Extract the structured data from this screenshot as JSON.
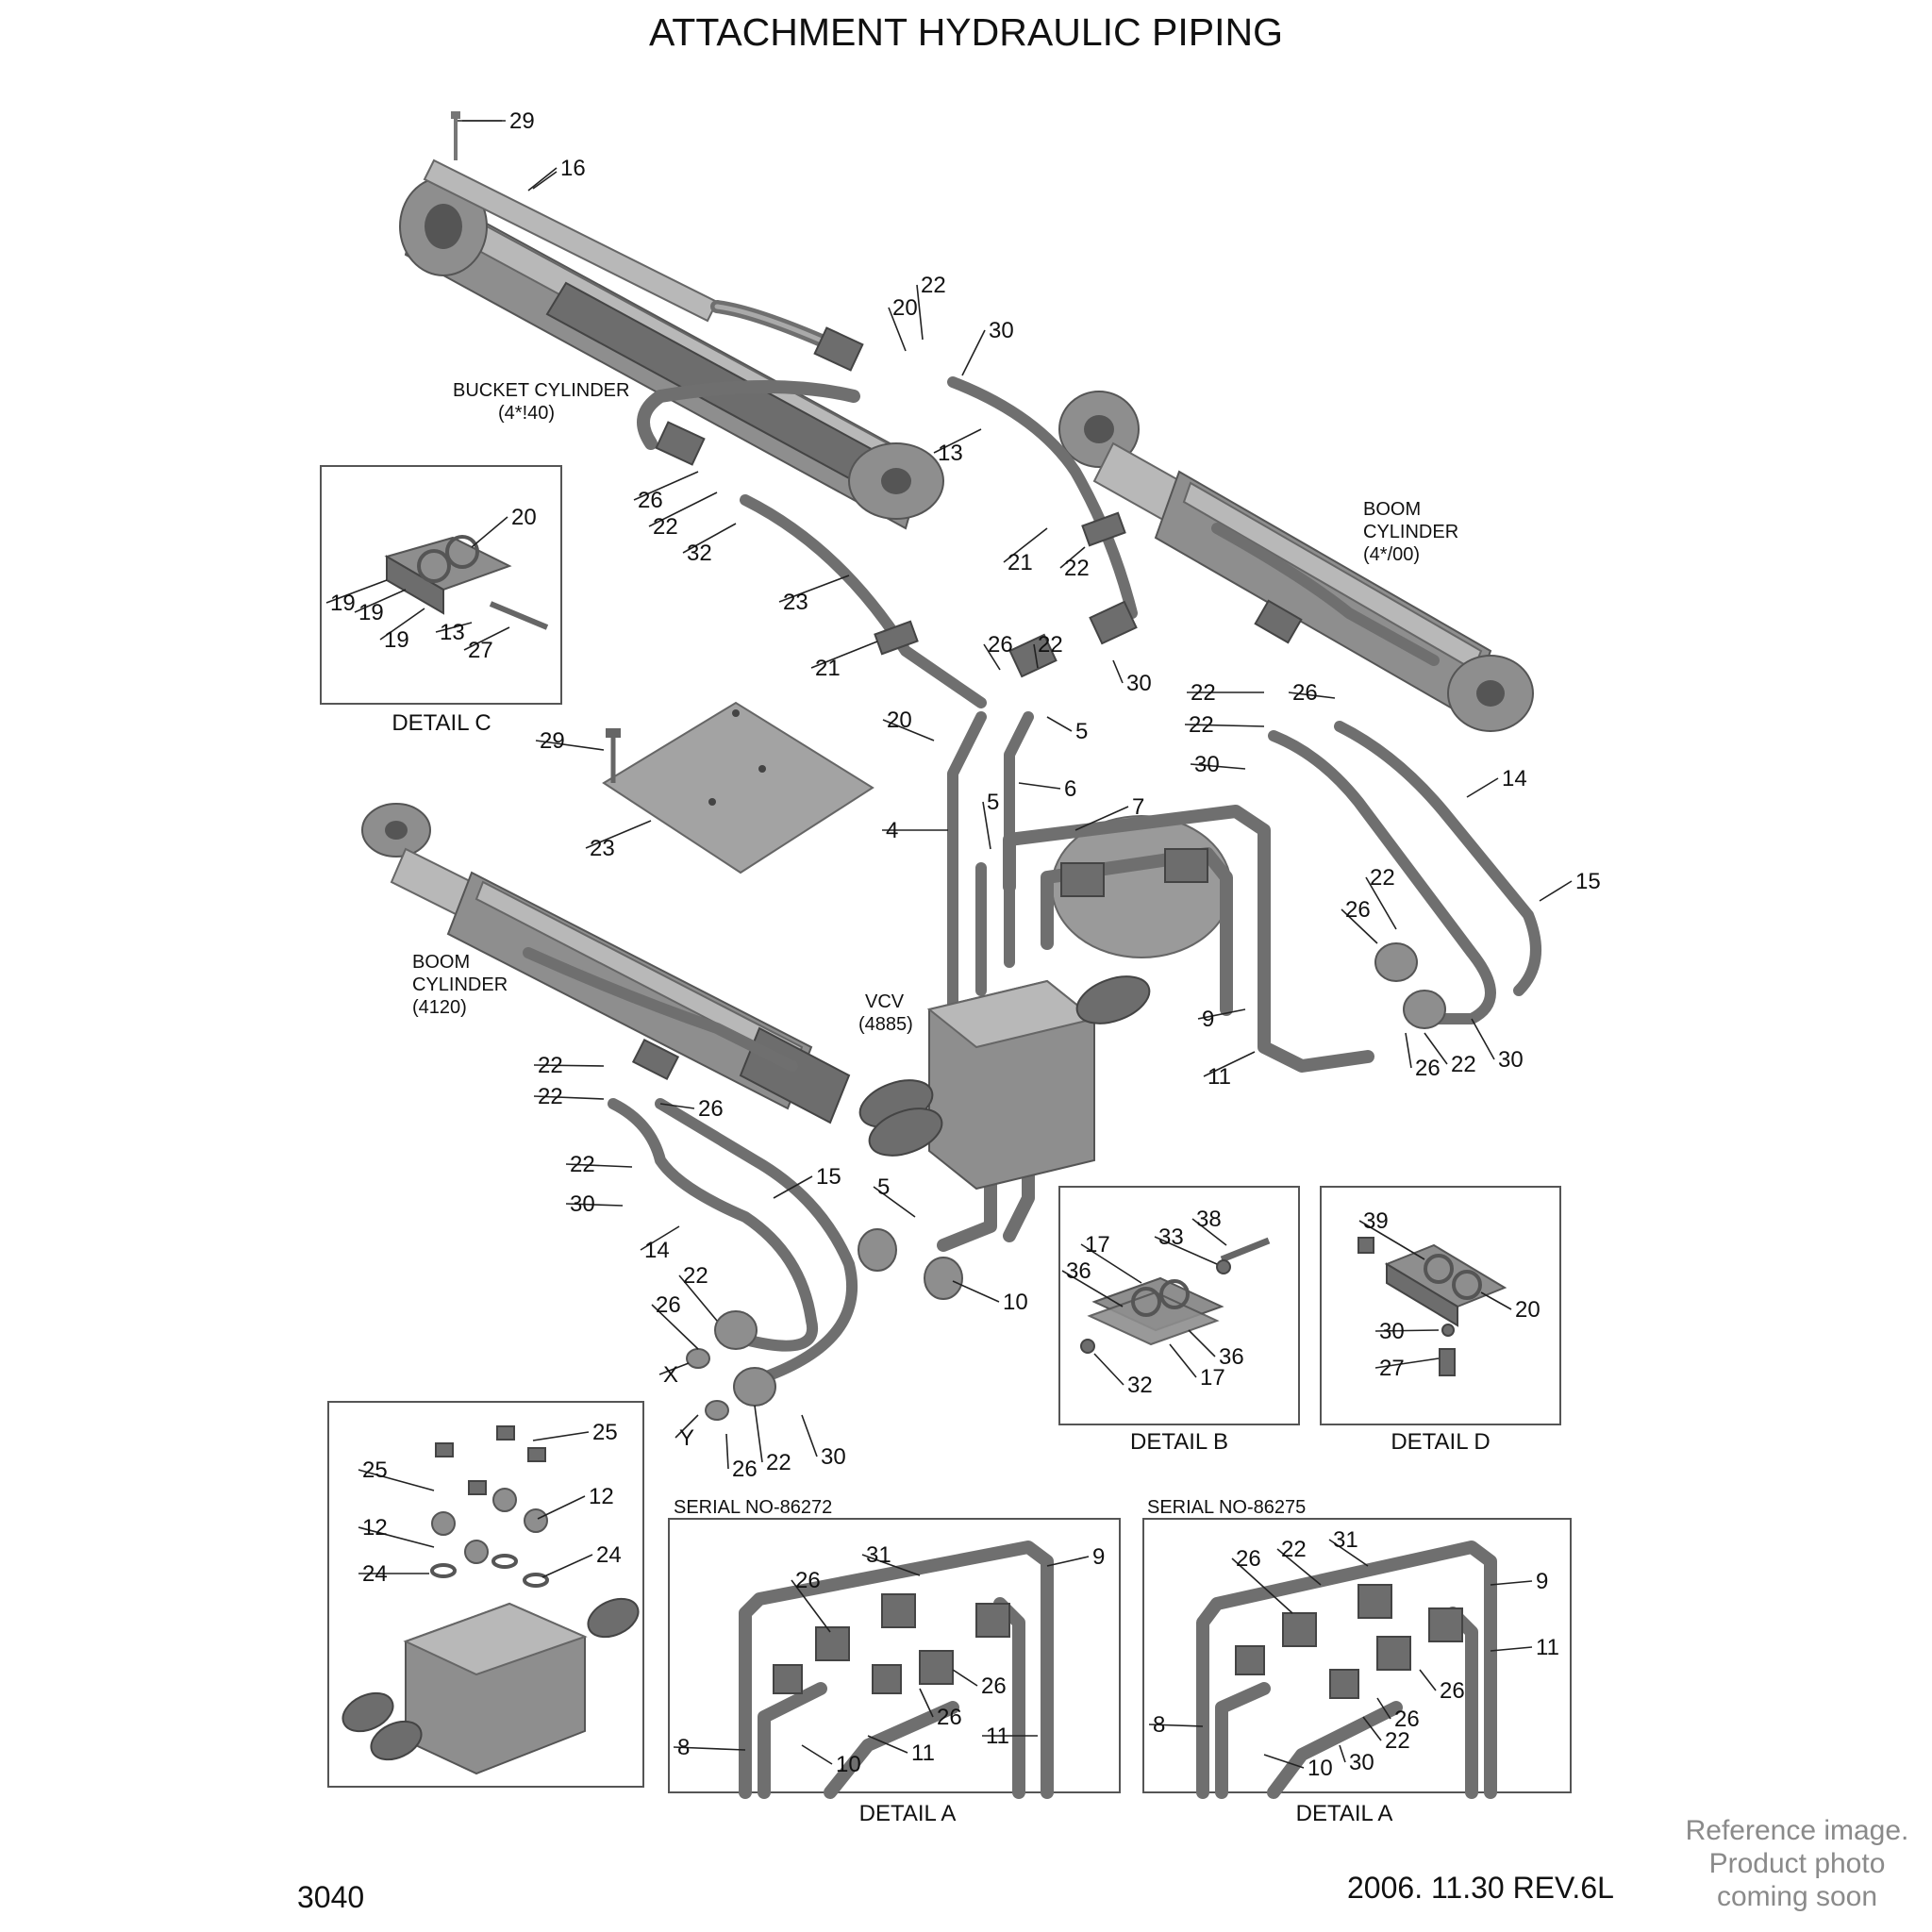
{
  "title": "ATTACHMENT HYDRAULIC PIPING",
  "page_number": "3040",
  "revision": "2006. 11.30  REV.6L",
  "watermark": [
    "Reference image.",
    "Product photo",
    "coming soon"
  ],
  "component_labels": {
    "bucket_cylinder": [
      "BUCKET CYLINDER",
      "(4*!40)"
    ],
    "boom_cylinder_right": [
      "BOOM",
      "CYLINDER",
      "(4*/00)"
    ],
    "boom_cylinder_left": [
      "BOOM",
      "CYLINDER",
      "(4120)"
    ],
    "vcv": [
      "VCV",
      "(4885)"
    ]
  },
  "detail_captions": {
    "detail_c": "DETAIL C",
    "detail_b": "DETAIL B",
    "detail_d": "DETAIL D",
    "detail_a1": "DETAIL A",
    "detail_a2": "DETAIL A"
  },
  "serial_labels": {
    "a1": "SERIAL NO-86272",
    "a2": "SERIAL NO-86275"
  },
  "callouts": {
    "main": [
      "29",
      "16",
      "22",
      "20",
      "30",
      "13",
      "26",
      "22",
      "32",
      "23",
      "21",
      "22",
      "21",
      "22",
      "26",
      "30",
      "5",
      "20",
      "6",
      "7",
      "4",
      "5",
      "29",
      "23",
      "22",
      "26",
      "22",
      "30",
      "14",
      "15",
      "22",
      "26",
      "9",
      "11",
      "26",
      "22",
      "30",
      "22",
      "22",
      "26",
      "22",
      "30",
      "15",
      "14",
      "5",
      "10",
      "22",
      "26",
      "X",
      "Y",
      "26",
      "22",
      "30"
    ],
    "detail_c": [
      "20",
      "19",
      "19",
      "19",
      "13",
      "27"
    ],
    "detail_b": [
      "38",
      "33",
      "17",
      "36",
      "36",
      "32",
      "17"
    ],
    "detail_d": [
      "39",
      "20",
      "30",
      "27"
    ],
    "valve": [
      "25",
      "25",
      "12",
      "12",
      "24",
      "24"
    ],
    "detail_a1": [
      "31",
      "9",
      "26",
      "26",
      "26",
      "8",
      "10",
      "11",
      "11"
    ],
    "detail_a2": [
      "26",
      "22",
      "31",
      "9",
      "11",
      "26",
      "26",
      "8",
      "10",
      "30",
      "22"
    ]
  },
  "colors": {
    "metal": "#8e8e8e",
    "metal_dark": "#6d6d6d",
    "metal_light": "#b8b8b8",
    "frame": "#555555",
    "watermark": "#8a8a8a"
  }
}
